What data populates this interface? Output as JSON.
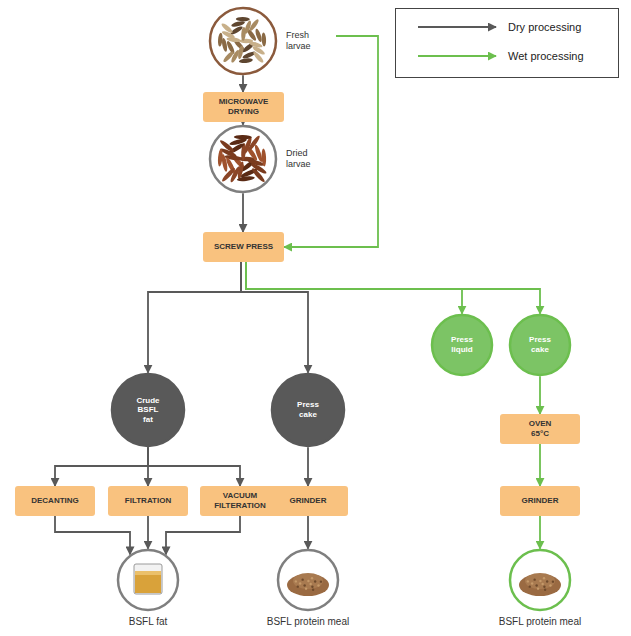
{
  "diagram": {
    "nodes": [
      {
        "text": [
          "Fresh larvae"
        ]
      },
      {
        "text": [
          "MICROWAVE DRYING"
        ]
      },
      {
        "text": [
          "Dried larvae"
        ]
      },
      {
        "text": [
          "SCREW PRESS"
        ]
      },
      {
        "text": [
          "Crude BSFL fat"
        ]
      },
      {
        "text": [
          "Press cake"
        ]
      },
      {
        "text": [
          "Press liquid"
        ]
      },
      {
        "text": [
          "Press cake"
        ]
      },
      {
        "text": [
          "DECANTING"
        ]
      },
      {
        "text": [
          "FILTRATION"
        ]
      },
      {
        "text": [
          "VACUUM FILTERATION"
        ]
      },
      {
        "text": [
          "GRINDER"
        ]
      },
      {
        "text": [
          "OVEN 65°C"
        ]
      },
      {
        "text": [
          "GRINDER"
        ]
      },
      {
        "text": [
          "BSFL fat"
        ]
      },
      {
        "text": [
          "BSFL protein meal"
        ]
      },
      {
        "text": [
          "BSFL protein meal"
        ]
      }
    ],
    "edges": [
      {
        "from": 0,
        "to": 1,
        "arrow": "to"
      },
      {
        "from": 1,
        "to": 2,
        "arrow": "to"
      },
      {
        "from": 2,
        "to": 3,
        "arrow": "to"
      },
      {
        "from": 0,
        "to": 3,
        "arrow": "to"
      },
      {
        "from": 3,
        "to": 4,
        "arrow": "to"
      },
      {
        "from": 3,
        "to": 5,
        "arrow": "to"
      },
      {
        "from": 3,
        "to": 6,
        "arrow": "to"
      },
      {
        "from": 3,
        "to": 7,
        "arrow": "to"
      },
      {
        "from": 4,
        "to": 8,
        "arrow": "to"
      },
      {
        "from": 4,
        "to": 9,
        "arrow": "to"
      },
      {
        "from": 4,
        "to": 10,
        "arrow": "to"
      },
      {
        "from": 8,
        "to": 14,
        "arrow": "to"
      },
      {
        "from": 9,
        "to": 14,
        "arrow": "to"
      },
      {
        "from": 10,
        "to": 14,
        "arrow": "to"
      },
      {
        "from": 5,
        "to": 11,
        "arrow": "to"
      },
      {
        "from": 11,
        "to": 15,
        "arrow": "to"
      },
      {
        "from": 7,
        "to": 12,
        "arrow": "to"
      },
      {
        "from": 12,
        "to": 13,
        "arrow": "to"
      },
      {
        "from": 13,
        "to": 16,
        "arrow": "to"
      }
    ],
    "legend": [
      {
        "text": "Dry processing"
      },
      {
        "text": "Wet processing"
      }
    ]
  }
}
